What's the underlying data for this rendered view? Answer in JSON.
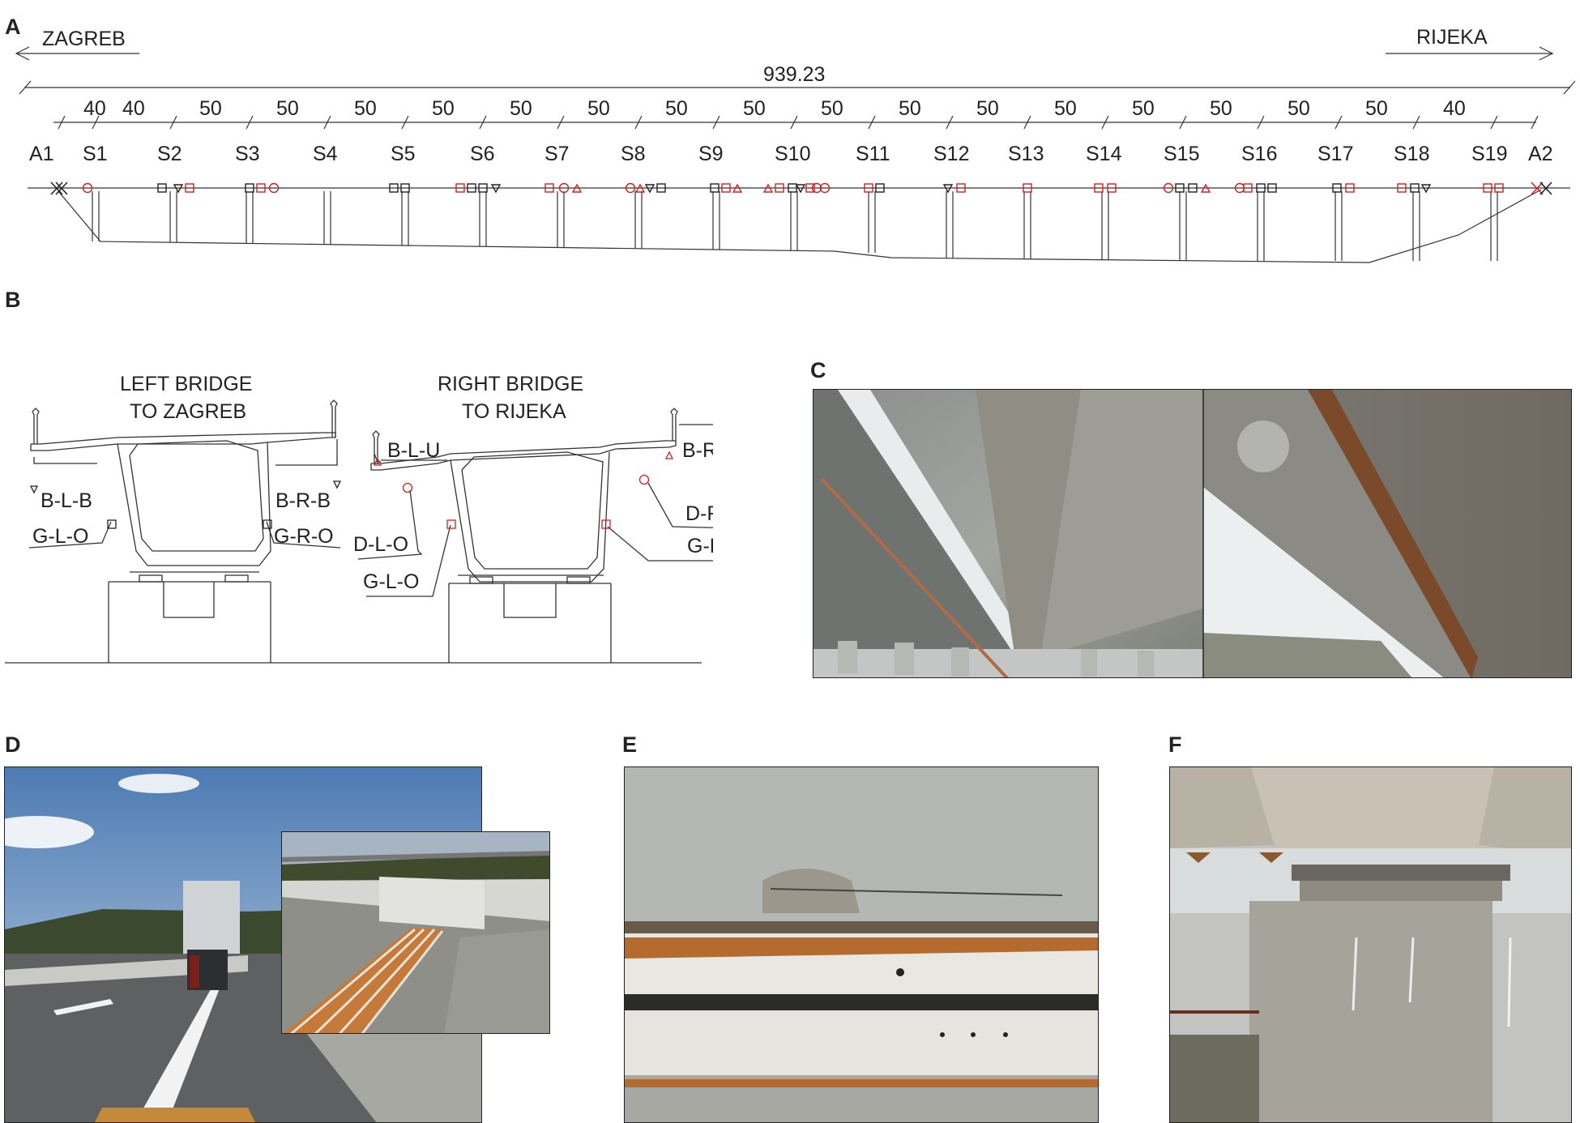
{
  "panels": {
    "a": "A",
    "b": "B",
    "c": "C",
    "d": "D",
    "e": "E",
    "f": "F"
  },
  "elevation": {
    "from": "ZAGREB",
    "to": "RIJEKA",
    "total_length": "939.23",
    "spans": [
      "40",
      "40",
      "50",
      "50",
      "50",
      "50",
      "50",
      "50",
      "50",
      "50",
      "50",
      "50",
      "50",
      "50",
      "50",
      "50",
      "50",
      "50",
      "40"
    ],
    "supports": [
      "A1",
      "S1",
      "S2",
      "S3",
      "S4",
      "S5",
      "S6",
      "S7",
      "S8",
      "S9",
      "S10",
      "S11",
      "S12",
      "S13",
      "S14",
      "S15",
      "S16",
      "S17",
      "S18",
      "S19",
      "A2"
    ]
  },
  "cross_section": {
    "left_title": [
      "LEFT BRIDGE",
      "TO ZAGREB"
    ],
    "right_title": [
      "RIGHT BRIDGE",
      "TO RIJEKA"
    ],
    "left_labels": {
      "blb": "B-L-B",
      "brb": "B-R-B",
      "glo": "G-L-O",
      "gro": "G-R-O"
    },
    "right_labels": {
      "blu": "B-L-U",
      "bru": "B-R-U",
      "dlo": "D-L-O",
      "dro": "D-R-O",
      "glo": "G-L-O",
      "gro": "G-R-O"
    }
  },
  "colors": {
    "line": "#333333",
    "red": "#d42020",
    "black": "#222222"
  }
}
